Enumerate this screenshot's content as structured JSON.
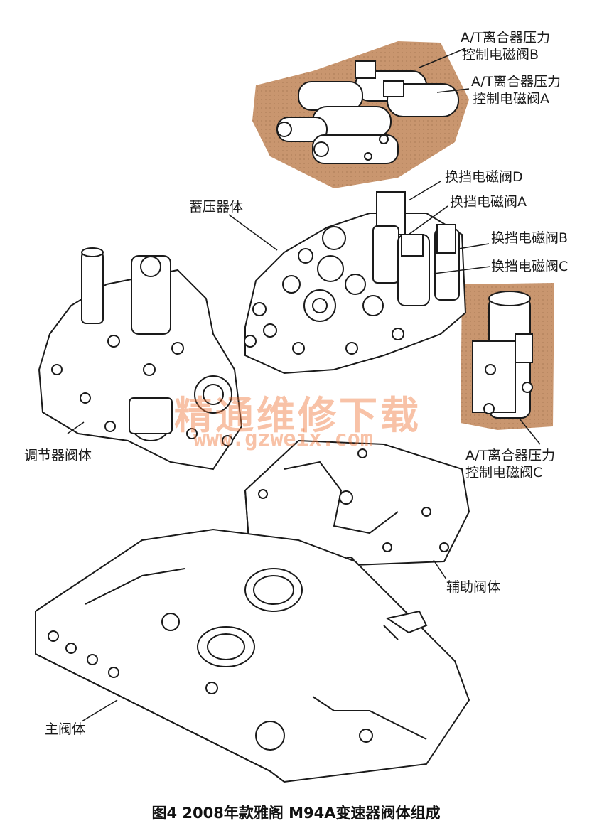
{
  "labels": {
    "clutch_b_line1": "A/T离合器压力",
    "clutch_b_line2": "控制电磁阀B",
    "clutch_a_line1": "A/T离合器压力",
    "clutch_a_line2": "控制电磁阀A",
    "shift_d": "换挡电磁阀D",
    "shift_a": "换挡电磁阀A",
    "accumulator": "蓄压器体",
    "shift_b": "换挡电磁阀B",
    "shift_c": "换挡电磁阀C",
    "regulator": "调节器阀体",
    "clutch_c_line1": "A/T离合器压力",
    "clutch_c_line2": "控制电磁阀C",
    "secondary": "辅助阀体",
    "main": "主阀体"
  },
  "watermark": {
    "line1": "精通维修下载",
    "line2": "www.gzweix.com"
  },
  "caption": "图4  2008年款雅阁 M94A变速器阀体组成",
  "colors": {
    "highlight": "#c9966f",
    "line": "#1a1a1a",
    "watermark": "#f07a3c"
  }
}
